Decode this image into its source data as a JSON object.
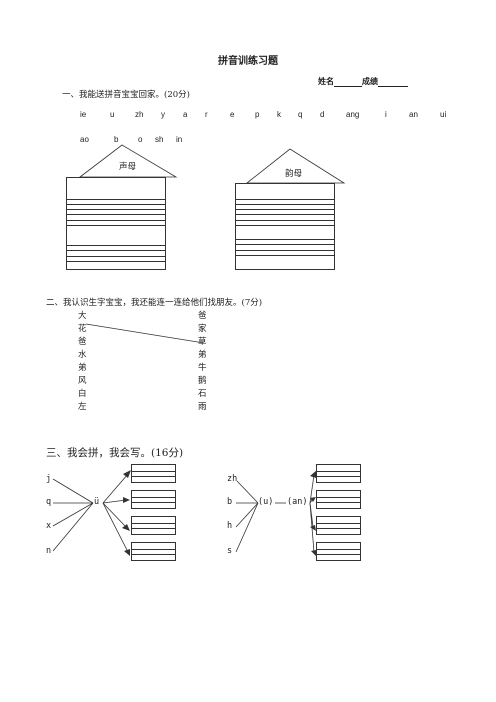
{
  "title": "拼音训练习题",
  "name_label": "姓名",
  "score_label": "成绩",
  "section1": {
    "heading": "一、我能送拼音宝宝回家。(20分)",
    "row1": [
      "ie",
      "u",
      "zh",
      "y",
      "a",
      "r",
      "e",
      "p",
      "k",
      "q",
      "d",
      "ang",
      "i",
      "an",
      "ui"
    ],
    "row2": [
      "ao",
      "b",
      "o",
      "sh",
      "in"
    ],
    "house_left": "声母",
    "house_right": "韵母"
  },
  "section2": {
    "heading": "二、我认识生字宝宝，我还能连一连给他们找朋友。(7分)",
    "left": [
      "大",
      "花",
      "爸",
      "水",
      "弟",
      "风",
      "白",
      "左"
    ],
    "right": [
      "爸",
      "家",
      "草",
      "弟",
      "牛",
      "鹅",
      "石",
      "雨"
    ]
  },
  "section3": {
    "heading": "三、我会拼，我会写。(16分)",
    "left_initials": [
      "j",
      "q",
      "x",
      "n"
    ],
    "left_final": "ü",
    "right_initials": [
      "zh",
      "b",
      "h",
      "s"
    ],
    "right_middle": "(u)",
    "right_final": "(an)"
  }
}
